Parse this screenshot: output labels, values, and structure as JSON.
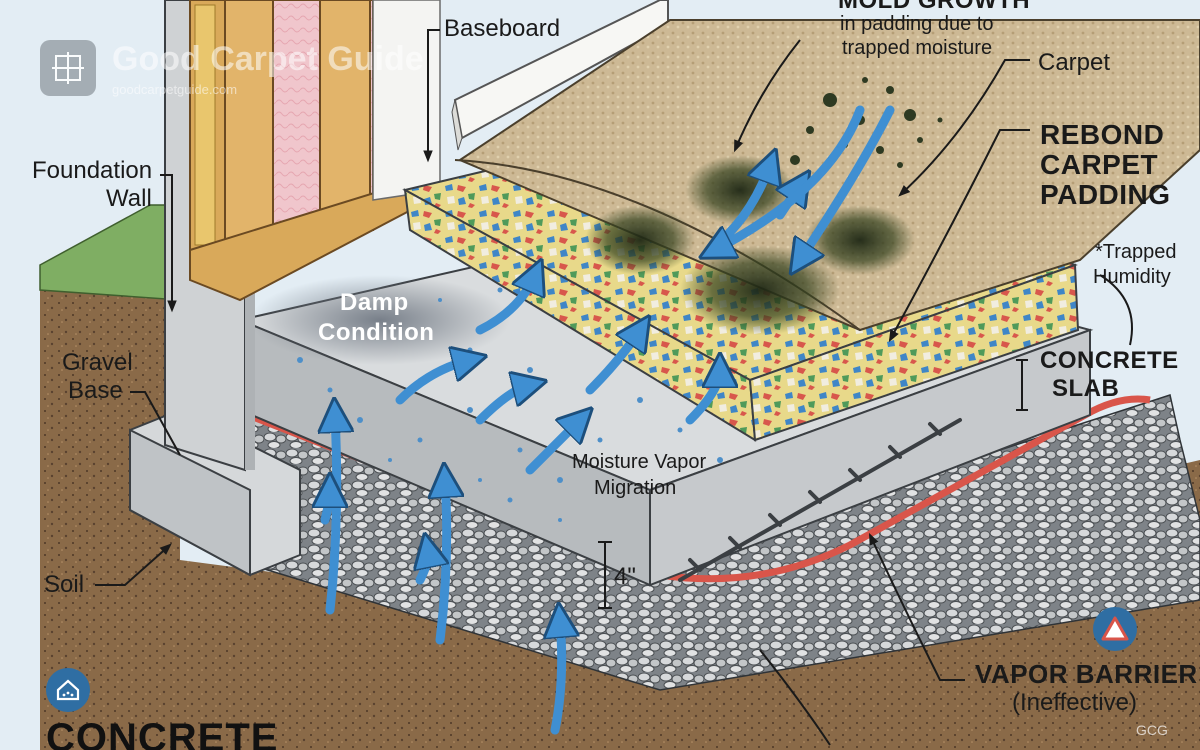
{
  "branding": {
    "site_name": "Good Carpet Guide",
    "site_url": "goodcarpetguide.com",
    "corner_mark": "GCG"
  },
  "labels": {
    "mold_title": "MOLD GROWTH",
    "mold_desc_1": "in padding due to",
    "mold_desc_2": "trapped moisture",
    "baseboard": "Baseboard",
    "carpet": "Carpet",
    "rebond_1": "REBOND",
    "rebond_2": "CARPET",
    "rebond_3": "PADDING",
    "trapped_1": "*Trapped",
    "trapped_2": "Humidity",
    "foundation_1": "Foundation",
    "foundation_2": "Wall",
    "damp_1": "Damp",
    "damp_2": "Condition",
    "concrete_slab_1": "CONCRETE",
    "concrete_slab_2": "SLAB",
    "gravel_1": "Gravel",
    "gravel_2": "Base",
    "moisture_1": "Moisture Vapor",
    "moisture_2": "Migration",
    "thickness": "4\"",
    "soil": "Soil",
    "vapor_1": "VAPOR BARRIER",
    "vapor_2": "(Ineffective)",
    "footer_title": "CONCRETE"
  },
  "icons": {
    "logo": "carpet-logo-icon",
    "home": "home-moisture-icon",
    "warning": "warning-triangle-icon"
  },
  "colors": {
    "background": "#e3edf4",
    "moisture_arrow": "#3f8fd2",
    "vapor_barrier": "#d9554a",
    "concrete": "#c9ccce",
    "soil": "#8a6a48",
    "mold": "#2e3a22",
    "carpet": "#cdb995",
    "badge": "#2f6ea3"
  }
}
